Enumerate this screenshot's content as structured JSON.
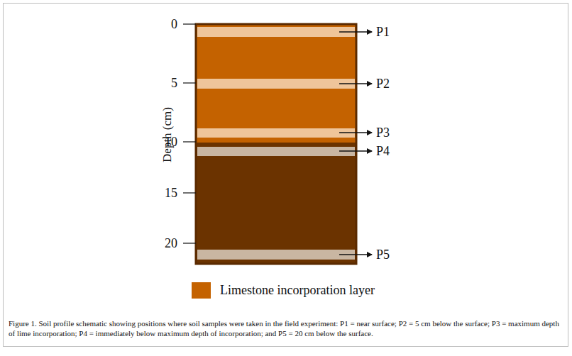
{
  "diagram": {
    "caption": "Figure 1. Soil profile schematic showing positions where soil samples were taken in the field experiment: P1 = near surface; P2 = 5 cm below the surface; P3 = maximum depth of lime incorporation; P4 = immediately below maximum depth of incorporation; and P5 = 20 cm below the surface.",
    "labels": [
      "0",
      "5",
      "10",
      "15",
      "20",
      "Depth (cm)",
      "P1",
      "P2",
      "P3",
      "P4",
      "P5"
    ],
    "legend": [
      {
        "text": "Limestone incorporation layer",
        "color": "#c46200"
      }
    ]
  }
}
